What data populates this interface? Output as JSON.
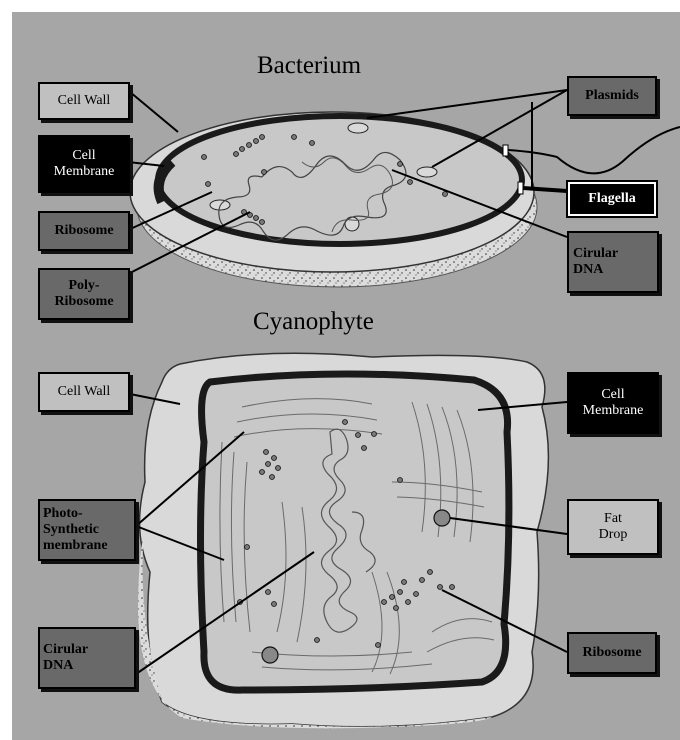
{
  "titles": {
    "top": "Bacterium",
    "bottom": "Cyanophyte"
  },
  "bacterium": {
    "cell_wall": "Cell Wall",
    "cell_membrane": "Cell\nMembrane",
    "ribosome": "Ribosome",
    "poly_ribosome": "Poly-\nRibosome",
    "plasmids": "Plasmids",
    "flagella": "Flagella",
    "circular_dna": "Cirular\nDNA"
  },
  "cyanophyte": {
    "cell_wall": "Cell Wall",
    "photo_synthetic": "Photo-\nSynthetic\nmembrane",
    "circular_dna": "Cirular\nDNA",
    "cell_membrane": "Cell\nMembrane",
    "fat_drop": "Fat\nDrop",
    "ribosome": "Ribosome"
  },
  "colors": {
    "background": "#a6a6a6",
    "cytoplasm": "#c8c8c8",
    "wall": "#d9d9d9",
    "membrane": "#222222"
  }
}
